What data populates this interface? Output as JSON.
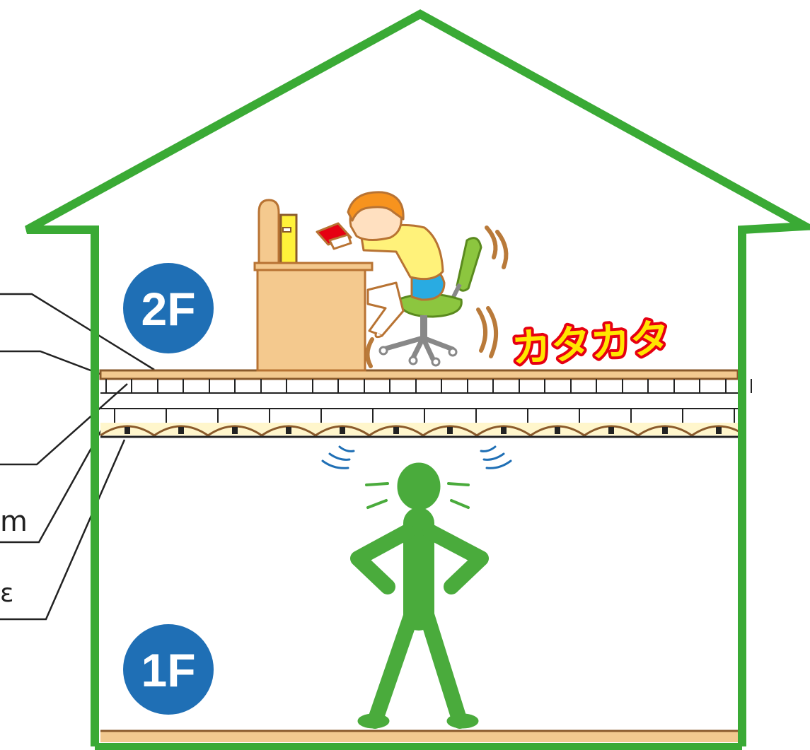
{
  "floors": {
    "upper": "2F",
    "lower": "1F"
  },
  "sound_effect": "カタカタ",
  "partial_labels": [
    "m",
    "ε"
  ],
  "colors": {
    "house_outline": "#3aaa35",
    "badge": "#1f6fb5",
    "floorboard": "#f2c98f",
    "floorboard_edge": "#8a5a2b",
    "ceiling_insulation": "#fff6cc",
    "desk": "#f4c98e",
    "chair": "#8cc63f",
    "shirt": "#fff27a",
    "hair": "#f7931e",
    "shorts": "#29abe2",
    "figure": "#4aab3c",
    "sfx_fill": "#ffe600",
    "sfx_outline": "#e60012",
    "vibration_lines": "#b97a3a",
    "noise_lines_blue": "#1f6fb5"
  },
  "icons": [
    "house-outline",
    "desk-icon",
    "chair-icon",
    "child-icon",
    "standing-person-icon"
  ]
}
